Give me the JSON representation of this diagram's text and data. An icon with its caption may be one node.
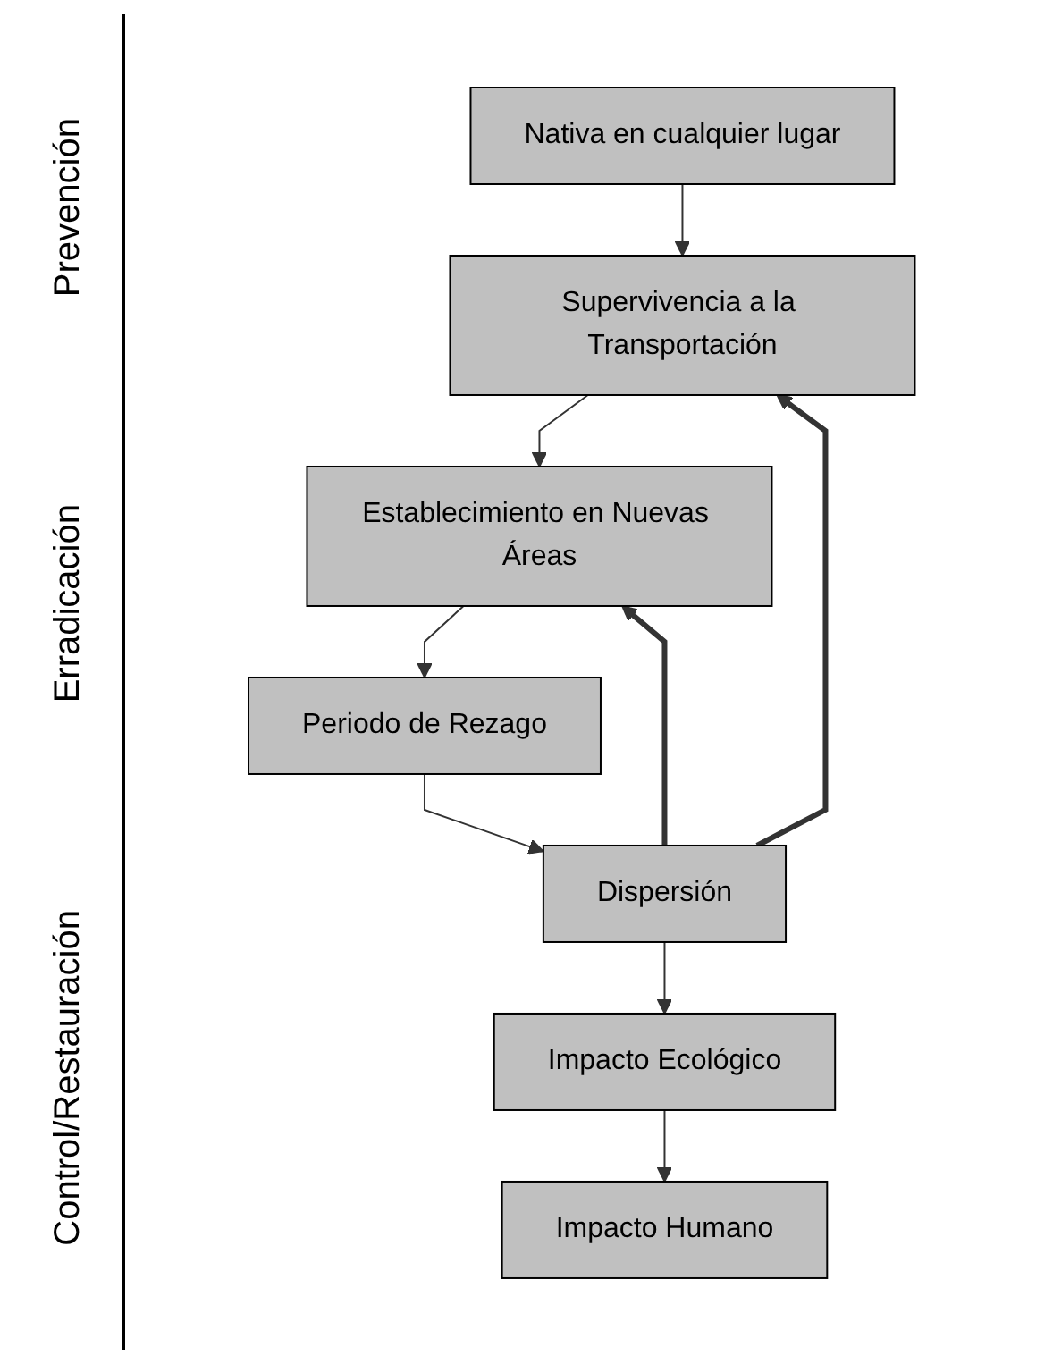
{
  "diagram": {
    "nodes": [
      {
        "text": [
          "Nativa en cualquier lugar"
        ]
      },
      {
        "text": [
          "Supervivencia a la Transportación"
        ]
      },
      {
        "text": [
          "Establecimiento en Nuevas Áreas"
        ]
      },
      {
        "text": [
          "Periodo de Rezago"
        ]
      },
      {
        "text": [
          "Dispersión"
        ]
      },
      {
        "text": [
          "Impacto Ecológico"
        ]
      },
      {
        "text": [
          "Impacto Humano"
        ]
      }
    ],
    "edges": [
      {
        "from": 0,
        "to": 1,
        "arrow": "to"
      },
      {
        "from": 1,
        "to": 2,
        "arrow": "to"
      },
      {
        "from": 2,
        "to": 3,
        "arrow": "to"
      },
      {
        "from": 3,
        "to": 4,
        "arrow": "to"
      },
      {
        "from": 4,
        "to": 5,
        "arrow": "to"
      },
      {
        "from": 5,
        "to": 6,
        "arrow": "to"
      },
      {
        "from": 4,
        "to": 1,
        "arrow": "to",
        "style": "thick"
      },
      {
        "from": 4,
        "to": 2,
        "arrow": "to",
        "style": "thick"
      }
    ],
    "labels": [
      "Prevención",
      "Erradicación",
      "Control/Restauración"
    ]
  }
}
